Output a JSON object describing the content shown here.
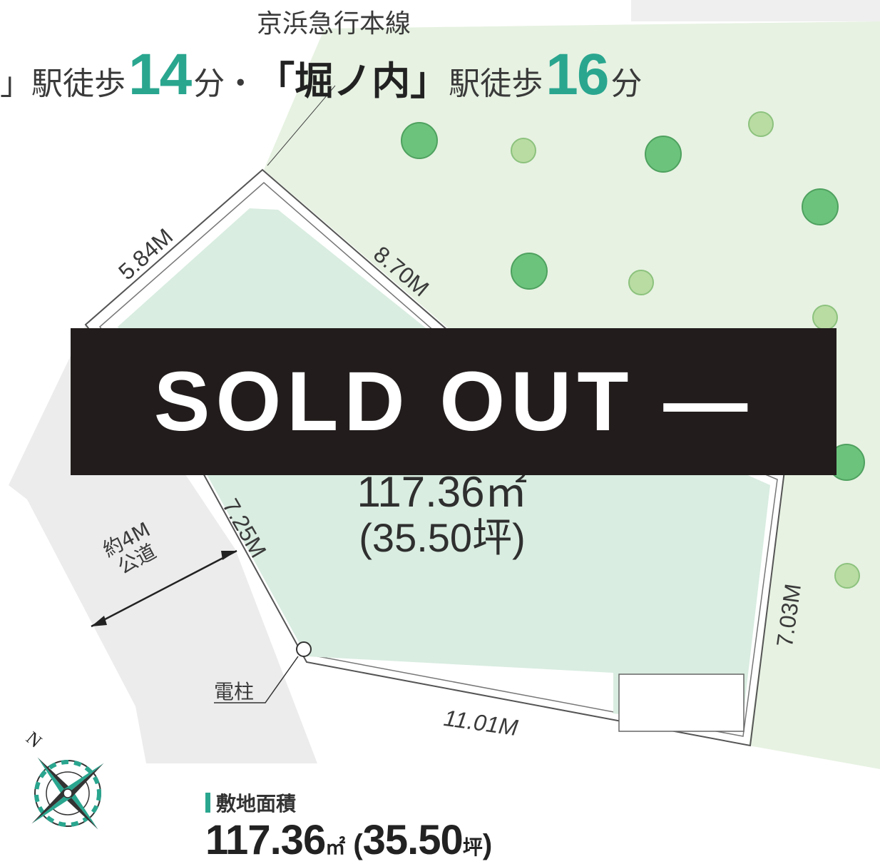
{
  "header": {
    "line_name": "京浜急行本線",
    "access": [
      {
        "prefix": "」駅徒歩",
        "minutes": "14",
        "unit": "分"
      },
      {
        "separator": "・",
        "station": "「堀ノ内」",
        "suffix": "駅徒歩",
        "minutes": "16",
        "unit": "分"
      }
    ]
  },
  "banner": {
    "text": "SOLD OUT —"
  },
  "lot": {
    "area_sqm": "117.36㎡",
    "area_tsubo": "(35.50坪)",
    "dimensions": {
      "nw": "5.84M",
      "ne": "8.70M",
      "west": "7.25M",
      "east": "7.03M",
      "south": "11.01M"
    }
  },
  "road": {
    "width_label": "約4M",
    "type_label": "公道"
  },
  "utility_pole": {
    "label": "電柱"
  },
  "compass": {
    "north_label": "N"
  },
  "site_area": {
    "title": "敷地面積",
    "value_sqm": "117.36",
    "unit_sqm": "㎡",
    "value_tsubo": "35.50",
    "unit_tsubo": "坪"
  },
  "colors": {
    "accent": "#2aa68f",
    "banner_bg": "#221d1c",
    "lot_fill": "#d9ede1",
    "neighbor_fill": "#e7f2e2",
    "road_fill": "#ececec"
  }
}
